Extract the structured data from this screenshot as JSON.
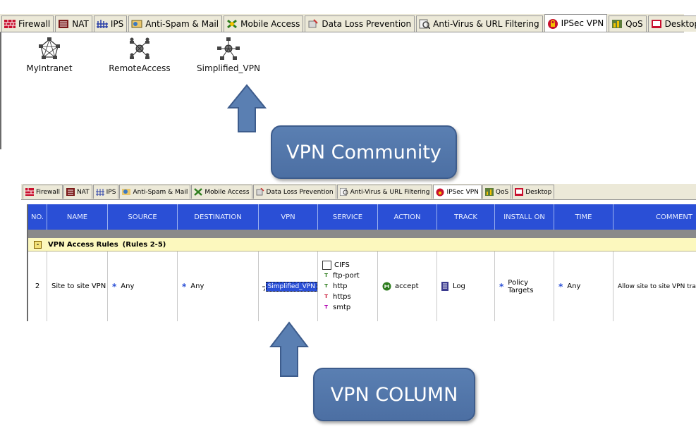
{
  "top_tabs": [
    {
      "label": "Firewall",
      "icon": "firewall-icon"
    },
    {
      "label": "NAT",
      "icon": "nat-icon"
    },
    {
      "label": "IPS",
      "icon": "ips-icon"
    },
    {
      "label": "Anti-Spam & Mail",
      "icon": "mail-icon"
    },
    {
      "label": "Mobile Access",
      "icon": "mobile-icon"
    },
    {
      "label": "Data Loss Prevention",
      "icon": "dlp-icon"
    },
    {
      "label": "Anti-Virus & URL Filtering",
      "icon": "antivirus-icon"
    },
    {
      "label": "IPSec VPN",
      "icon": "vpn-lock-icon",
      "active": true
    },
    {
      "label": "QoS",
      "icon": "qos-icon"
    },
    {
      "label": "Desktop",
      "icon": "desktop-icon"
    }
  ],
  "communities": [
    {
      "label": "MyIntranet",
      "icon": "meshed-community-icon"
    },
    {
      "label": "RemoteAccess",
      "icon": "remote-access-icon"
    },
    {
      "label": "Simplified_VPN",
      "icon": "star-community-icon"
    }
  ],
  "callouts": {
    "community": "VPN Community",
    "column": "VPN COLUMN"
  },
  "bottom_tabs": [
    {
      "label": "Firewall"
    },
    {
      "label": "NAT"
    },
    {
      "label": "IPS"
    },
    {
      "label": "Anti-Spam & Mail"
    },
    {
      "label": "Mobile Access"
    },
    {
      "label": "Data Loss Prevention"
    },
    {
      "label": "Anti-Virus & URL Filtering"
    },
    {
      "label": "IPSec VPN",
      "active": true
    },
    {
      "label": "QoS"
    },
    {
      "label": "Desktop"
    }
  ],
  "columns": [
    "NO.",
    "NAME",
    "SOURCE",
    "DESTINATION",
    "VPN",
    "SERVICE",
    "ACTION",
    "TRACK",
    "INSTALL ON",
    "TIME",
    "COMMENT"
  ],
  "section": {
    "title": "VPN Access Rules",
    "range": "(Rules 2-5)",
    "toggle": "-"
  },
  "rule": {
    "no": "2",
    "name": "Site to site VPN",
    "source": "Any",
    "destination": "Any",
    "vpn": "Simplified_VPN",
    "services": [
      "CIFS",
      "ftp-port",
      "http",
      "https",
      "smtp"
    ],
    "action": "accept",
    "track": "Log",
    "install_on": "Policy Targets",
    "time": "Any",
    "comment": "Allow site to site VPN traffic"
  },
  "colors": {
    "header_blue": "#2a4fd6",
    "callout_blue": "#4c6fa3",
    "section_yellow": "#fcf8be",
    "tab_bg": "#ece9d8"
  }
}
